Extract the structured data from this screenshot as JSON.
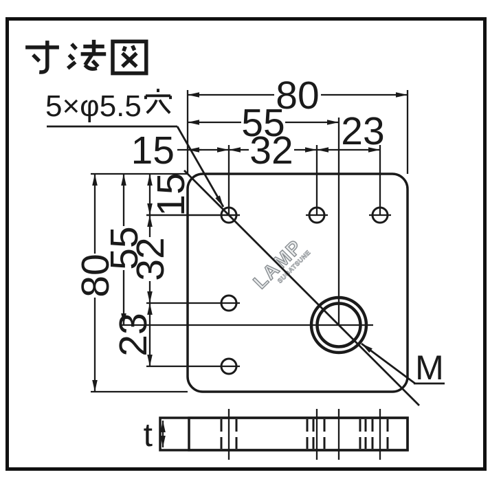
{
  "title": "寸法図",
  "drawing": {
    "hole_note": {
      "full": "5×φ5.5穴",
      "latin": "5×φ5.5",
      "kanji": "穴"
    },
    "thread_label": "M",
    "thickness_label": "t"
  },
  "watermark": {
    "brand": "LAMP",
    "maker": "SUGATSUNE"
  },
  "dimensions": {
    "top": {
      "overall": "80",
      "to_thread": "55",
      "edge_to_hole1": "15",
      "hole1_to_hole2": "32",
      "hole2_to_hole3": "23"
    },
    "left": {
      "overall": "80",
      "to_thread": "55",
      "edge_to_hole1": "15",
      "hole1_to_hole2": "32",
      "hole2_to_hole3": "23"
    }
  },
  "colors": {
    "plate": "#d3d6d8",
    "line": "#1a1a1a",
    "watermark_fill": "#e9ebec",
    "watermark_stroke": "#878c90"
  }
}
